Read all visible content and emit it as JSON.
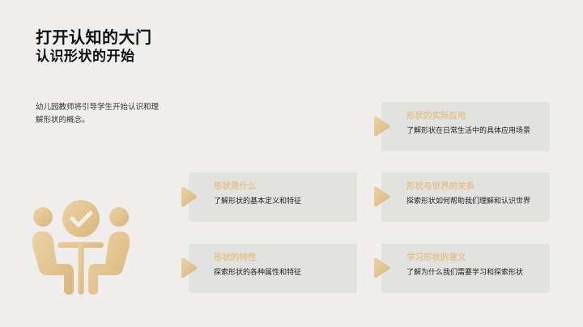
{
  "header": {
    "title": "打开认知的大门",
    "subtitle": "认识形状的开始"
  },
  "intro": {
    "text": "幼儿园教师将引导学生开始认识和理解形状的概念。"
  },
  "illustration": {
    "icon": "meeting-people-check-icon",
    "color": "#e2c48f"
  },
  "accent_color": "#e2c48f",
  "cards": [
    {
      "title": "形状的实际应用",
      "text": "了解形状在日常生活中的具体应用场景"
    },
    {
      "title": "形状是什么",
      "text": "了解形状的基本定义和特征"
    },
    {
      "title": "形状与世界的关系",
      "text": "探索形状如何帮助我们理解和认识世界"
    },
    {
      "title": "形状的特性",
      "text": "探索形状的各种属性和特征"
    },
    {
      "title": "学习形状的意义",
      "text": "了解为什么我们需要学习和探索形状"
    }
  ]
}
